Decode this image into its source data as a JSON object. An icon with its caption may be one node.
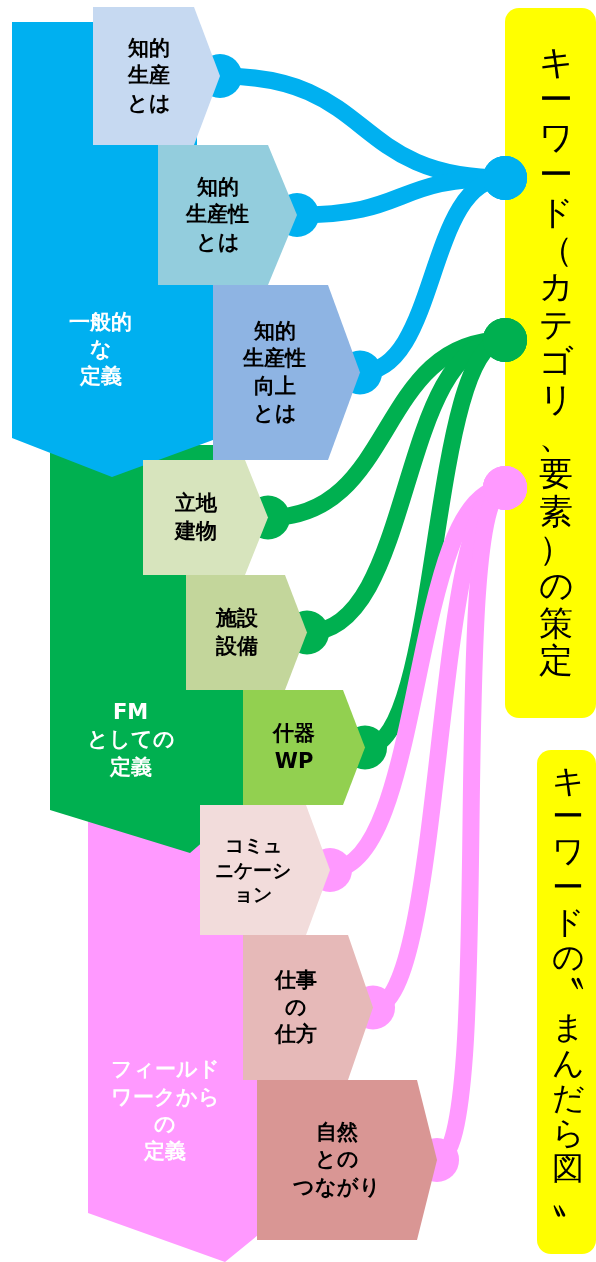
{
  "diagram": {
    "nodes": [
      {
        "text": [
          "一般的な定義"
        ]
      },
      {
        "text": [
          "知的生産とは"
        ]
      },
      {
        "text": [
          "知的生産性とは"
        ]
      },
      {
        "text": [
          "知的生産性向上とは"
        ]
      },
      {
        "text": [
          "FMとしての定義"
        ]
      },
      {
        "text": [
          "立地建物"
        ]
      },
      {
        "text": [
          "施設設備"
        ]
      },
      {
        "text": [
          "什器WP"
        ]
      },
      {
        "text": [
          "フィールドワークからの定義"
        ]
      },
      {
        "text": [
          "コミュニケーション"
        ]
      },
      {
        "text": [
          "仕事の仕方"
        ]
      },
      {
        "text": [
          "自然とのつながり"
        ]
      },
      {
        "text": [
          "キーワード（カテゴリ、要素）の策定"
        ]
      },
      {
        "text": [
          "キーワードの〝まんだら図〟"
        ]
      }
    ],
    "edges": [
      {
        "from": 1,
        "to": 12,
        "arrow": "other",
        "color": "#00b0f0"
      },
      {
        "from": 2,
        "to": 12,
        "arrow": "other",
        "color": "#00b0f0"
      },
      {
        "from": 3,
        "to": 12,
        "arrow": "other",
        "color": "#00b0f0"
      },
      {
        "from": 5,
        "to": 12,
        "arrow": "other",
        "color": "#00b050"
      },
      {
        "from": 6,
        "to": 12,
        "arrow": "other",
        "color": "#00b050"
      },
      {
        "from": 7,
        "to": 12,
        "arrow": "other",
        "color": "#00b050"
      },
      {
        "from": 9,
        "to": 12,
        "arrow": "other",
        "color": "#ff99ff"
      },
      {
        "from": 10,
        "to": 12,
        "arrow": "other",
        "color": "#ff99ff"
      },
      {
        "from": 11,
        "to": 12,
        "arrow": "other",
        "color": "#ff99ff"
      }
    ]
  }
}
